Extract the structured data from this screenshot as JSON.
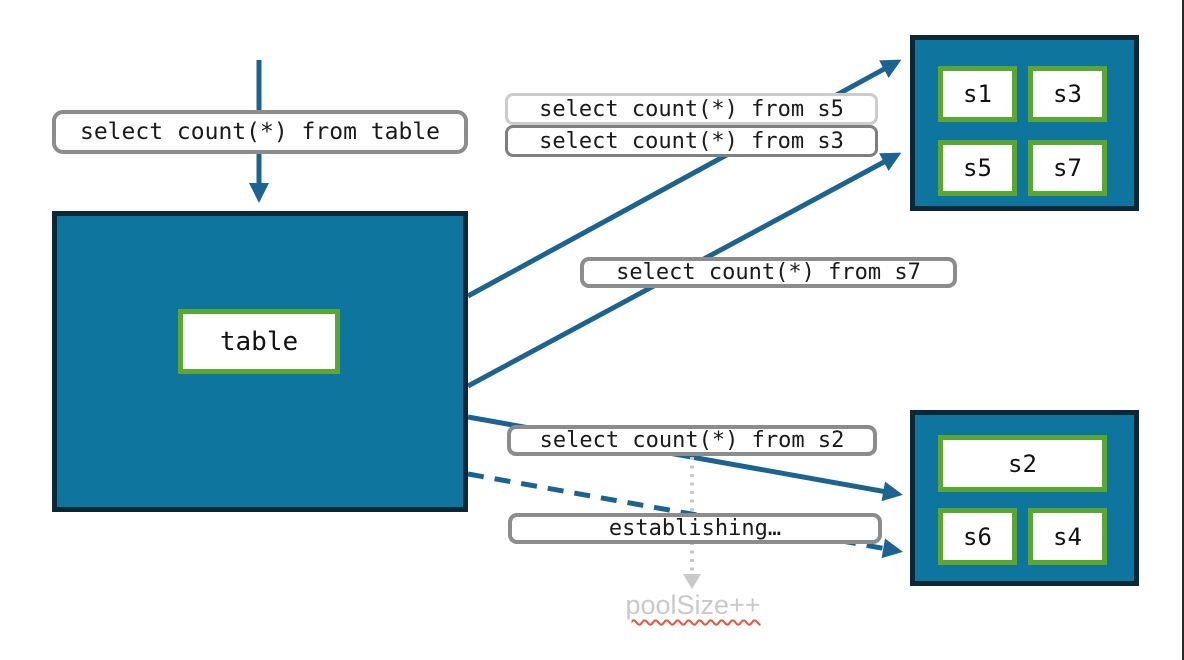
{
  "diagram": {
    "description_labels": {
      "query_table": "select count(*) from table",
      "query_s5": "select count(*) from s5",
      "query_s3": "select count(*) from s3",
      "query_s7": "select count(*) from s7",
      "query_s2": "select count(*) from s2",
      "establishing": "establishing…",
      "pool_size": "poolSize++"
    },
    "table_box": {
      "label": "table"
    },
    "shard_group_top": {
      "shards": [
        {
          "label": "s1"
        },
        {
          "label": "s3"
        },
        {
          "label": "s5"
        },
        {
          "label": "s7"
        }
      ]
    },
    "shard_group_bottom": {
      "shards": [
        {
          "label": "s2"
        },
        {
          "label": "s6"
        },
        {
          "label": "s4"
        }
      ]
    },
    "colors": {
      "pool_fill": "#0e759e",
      "pool_border": "#0c2836",
      "shard_border": "#5ca633",
      "arrow": "#1c6390",
      "pill_border": "#8c8c8c",
      "pill_border_faded": "#cccccc",
      "dotted_arrow": "#c9c9c9",
      "pool_size_text": "#c9c9c9",
      "squiggle": "#e4573d"
    }
  }
}
